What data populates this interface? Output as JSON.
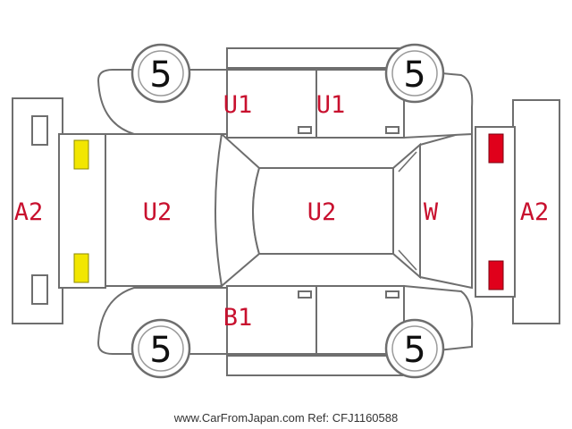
{
  "colors": {
    "code": "#c8102e",
    "outline": "#6e6e6e",
    "front_marker": "#f2e600",
    "rear_marker": "#e0001b"
  },
  "wheels": {
    "front_left": "5",
    "rear_left": "5",
    "front_right": "5",
    "rear_right": "5"
  },
  "codes": {
    "front_bumper": "A2",
    "hood": "U2",
    "roof": "U2",
    "rear_window": "W",
    "rear_bumper": "A2",
    "door_front_top": "U1",
    "door_rear_top": "U1",
    "door_front_bottom": "B1"
  },
  "markers": {
    "front": "yellow",
    "rear": "red"
  },
  "footer": "www.CarFromJapan.com Ref: CFJ1160588"
}
